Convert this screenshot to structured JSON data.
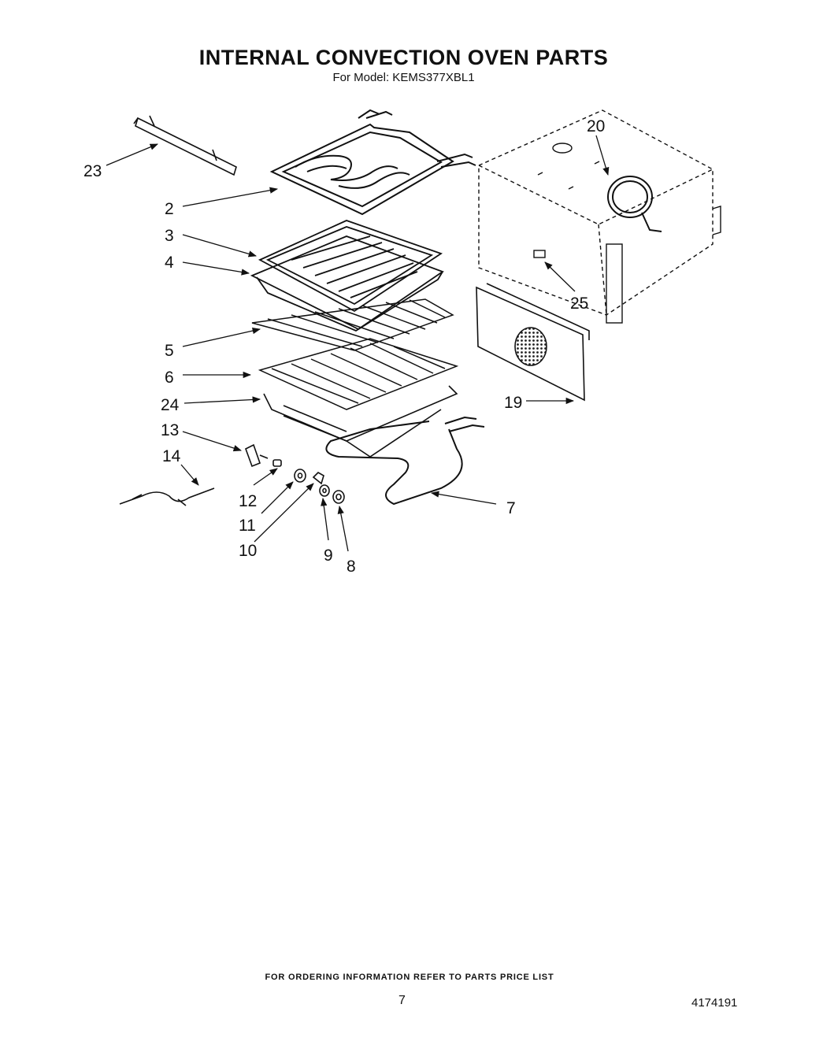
{
  "header": {
    "title": "INTERNAL CONVECTION OVEN PARTS",
    "subtitle": "For Model: KEMS377XBL1"
  },
  "callouts": {
    "c23": "23",
    "c2": "2",
    "c3": "3",
    "c4": "4",
    "c5": "5",
    "c6": "6",
    "c24": "24",
    "c13": "13",
    "c14": "14",
    "c12": "12",
    "c11": "11",
    "c10": "10",
    "c9": "9",
    "c8": "8",
    "c7": "7",
    "c19": "19",
    "c20": "20",
    "c25": "25"
  },
  "footer": {
    "ordering_note": "FOR ORDERING INFORMATION REFER TO PARTS PRICE LIST",
    "page_number": "7",
    "document_number": "4174191"
  }
}
